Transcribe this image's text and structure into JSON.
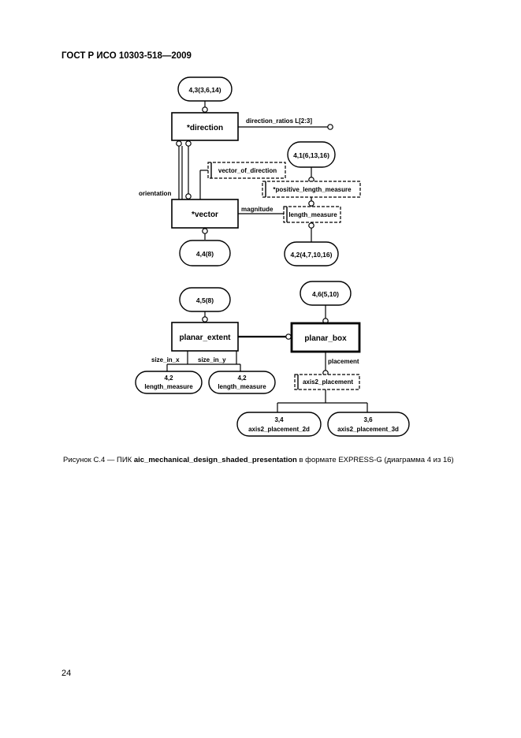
{
  "header": "ГОСТ Р ИСО 10303-518—2009",
  "diagram": {
    "refs": {
      "r_direction": "4,3(3,6,14)",
      "r_vector": "4,4(8)",
      "r_posmeasure": "4,1(6,13,16)",
      "r_lenmeasure": "4,2(4,7,10,16)",
      "r_extent": "4,5(8)",
      "r_box": "4,6(5,10)",
      "r_len_x_1": "4,2",
      "r_len_x_2": "length_measure",
      "r_len_y_1": "4,2",
      "r_len_y_2": "length_measure",
      "r_ax2d_1": "3,4",
      "r_ax2d_2": "axis2_placement_2d",
      "r_ax3d_1": "3,6",
      "r_ax3d_2": "axis2_placement_3d"
    },
    "entities": {
      "direction": "*direction",
      "vector": "*vector",
      "planar_extent": "planar_extent",
      "planar_box": "planar_box"
    },
    "types": {
      "vector_of_direction": "vector_of_direction",
      "positive_length_measure": "*positive_length_measure",
      "length_measure": "length_measure",
      "axis2_placement": "axis2_placement"
    },
    "attributes": {
      "direction_ratios": "direction_ratios L[2:3]",
      "orientation": "orientation",
      "magnitude": "magnitude",
      "size_in_x": "size_in_x",
      "size_in_y": "size_in_y",
      "placement": "placement"
    }
  },
  "caption": {
    "prefix": "Рисунок  С.4 — ПИК ",
    "bold": "aic_mechanical_design_shaded_presentation",
    "suffix": " в формате EXPRESS-G (диаграмма 4 из 16)"
  },
  "page_number": "24"
}
